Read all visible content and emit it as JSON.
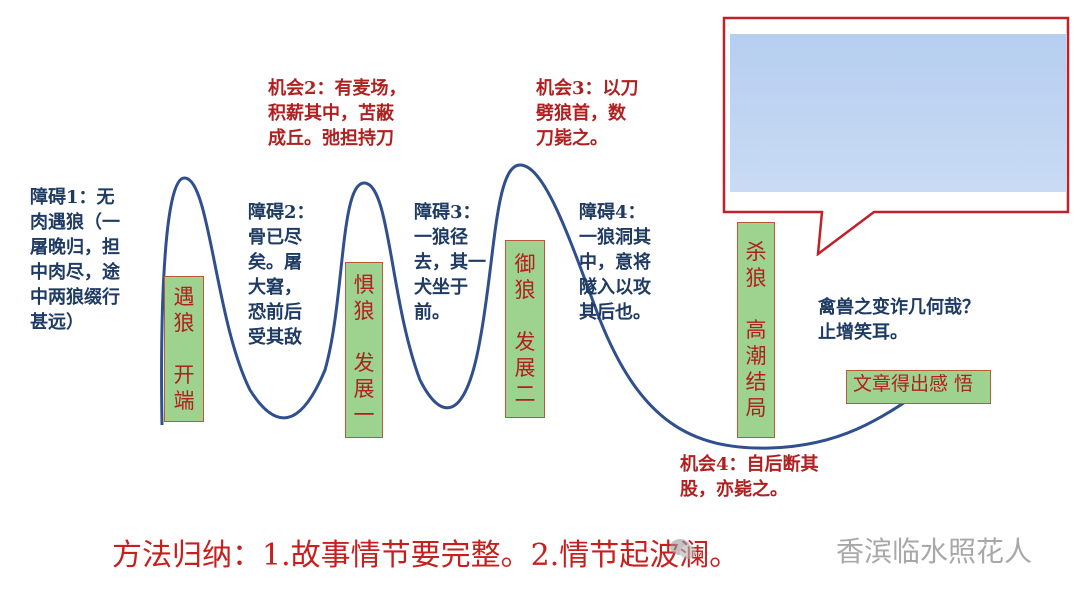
{
  "obstacles": {
    "o1": "障碍1：无\n肉遇狼（一\n屠晚归，担\n中肉尽，途\n中两狼缀行\n甚远）",
    "o2": "障碍2：\n骨已尽\n矣。屠\n大窘，\n恐前后\n受其敌",
    "o3": "障碍3：\n一狼径\n去，其一\n犬坐于\n前。",
    "o4": "障碍4：\n一狼洞其\n中，意将\n隧入以攻\n其后也。"
  },
  "chances": {
    "c2": "机会2：有麦场，\n积薪其中，苫蔽\n成丘。弛担持刀",
    "c3": "机会3：以刀\n劈狼首，数\n刀毙之。",
    "c4": "机会4：自后断其\n股，亦毙之。"
  },
  "stages": {
    "s1": "遇\n狼\n\n开\n端",
    "s2": "惧\n狼\n\n发\n展\n一",
    "s3": "御\n狼\n\n发\n展\n二",
    "s4": "杀\n狼\n\n高\n潮\n结\n局",
    "s5": "文章得出感\n悟"
  },
  "conclusion": "禽兽之变诈几何哉？\n止增笑耳。",
  "method": "方法归纳：1.故事情节要完整。2.情节起波澜。",
  "watermark": "香滨临水照花人",
  "colors": {
    "curve": "#2f4f8f",
    "box_fill": "#9ed28f",
    "box_text": "#b02020",
    "callout_border": "#c0202a"
  }
}
